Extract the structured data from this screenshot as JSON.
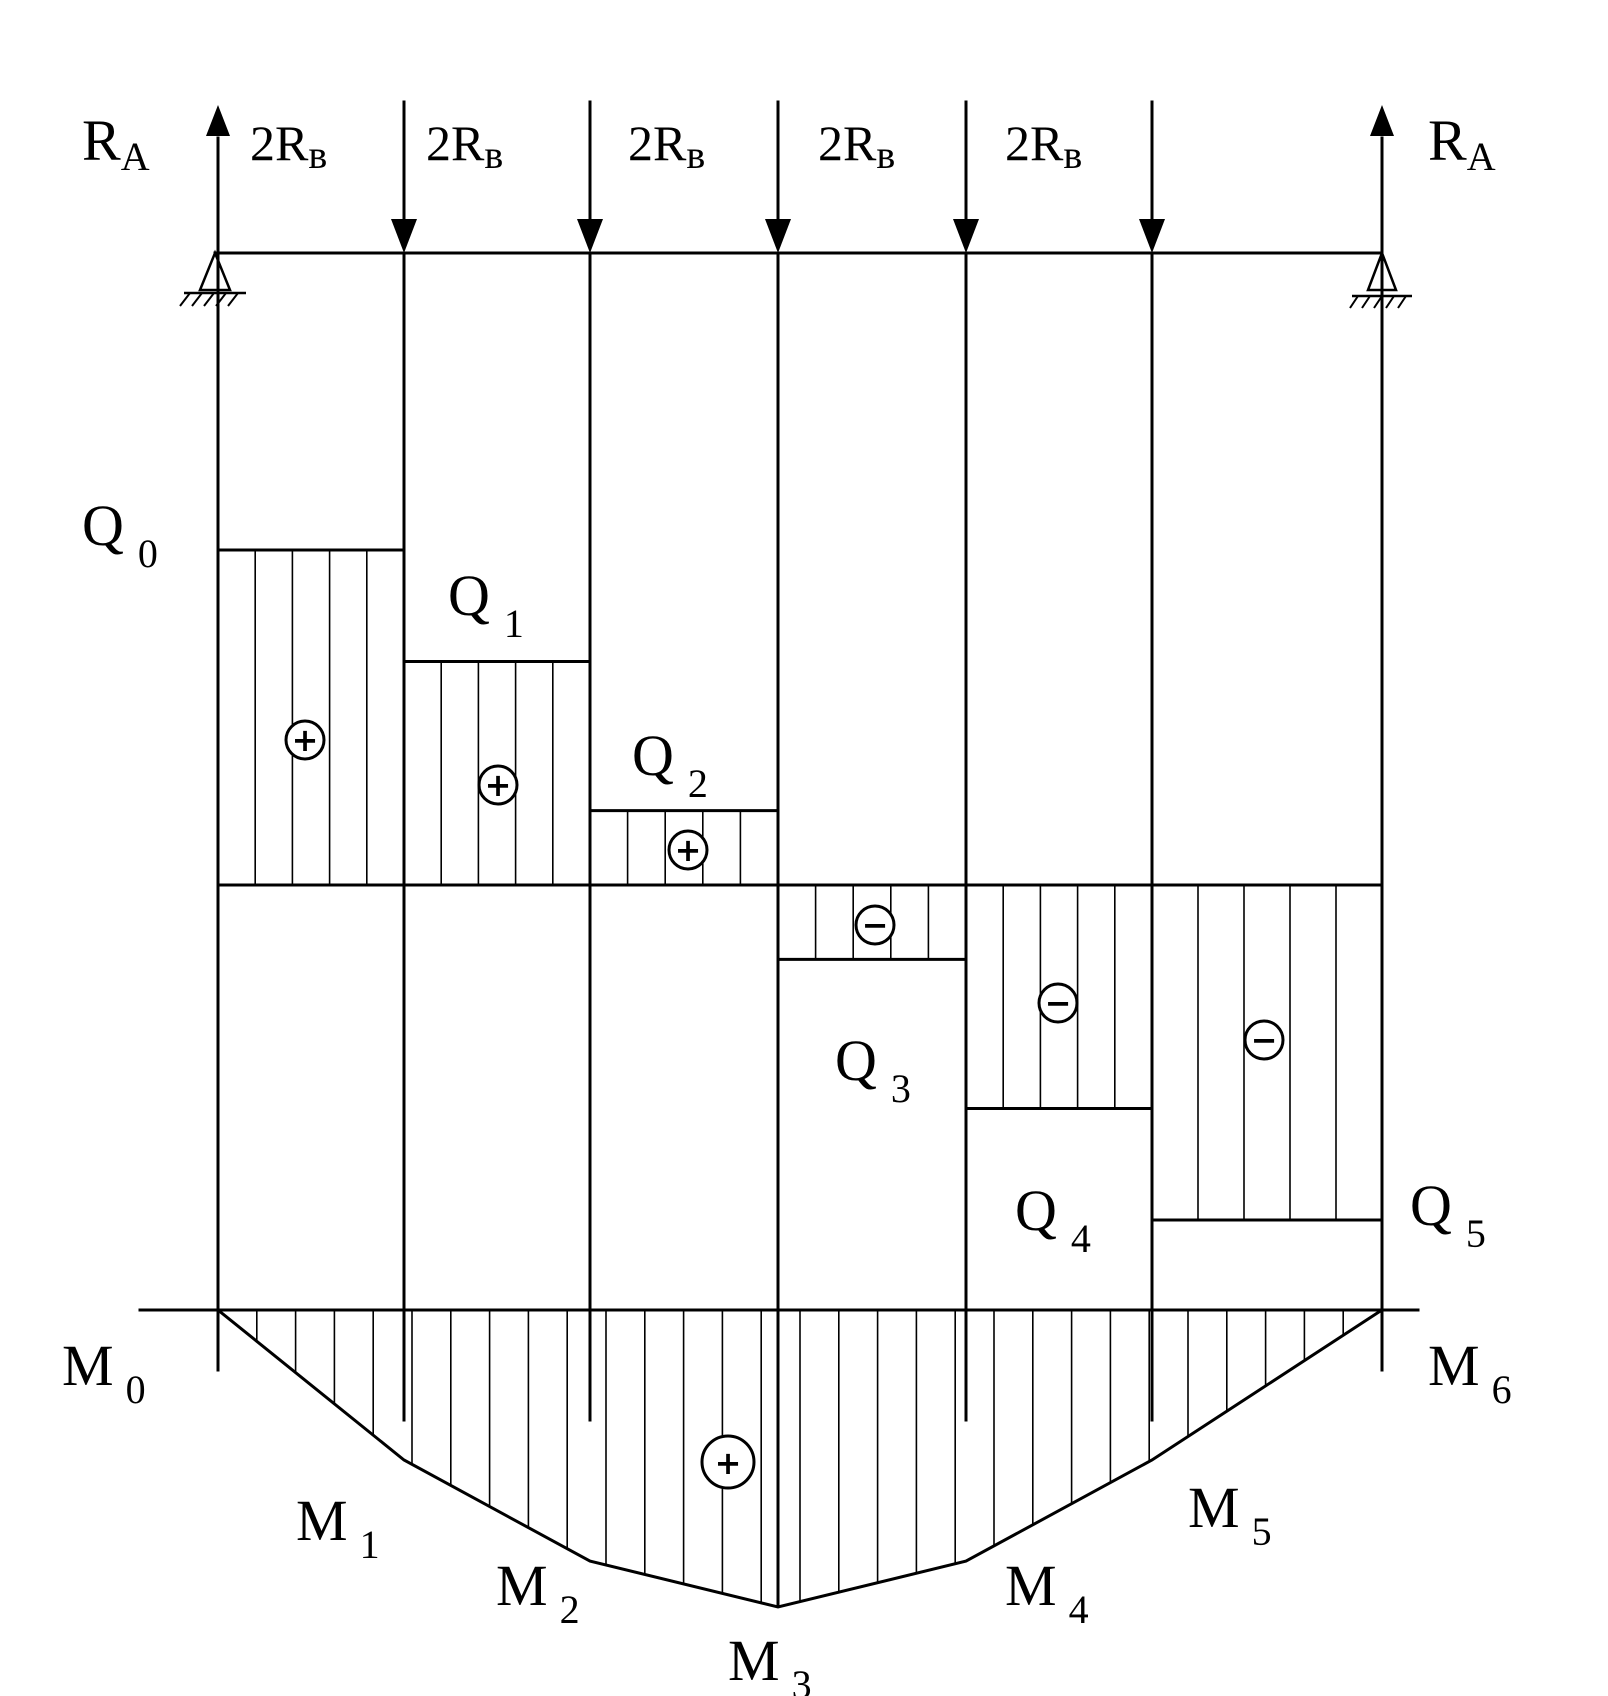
{
  "reactions": {
    "left": {
      "main": "R",
      "sub": "A"
    },
    "right": {
      "main": "R",
      "sub": "A"
    }
  },
  "loads": [
    {
      "label": "2R",
      "sub": "в"
    },
    {
      "label": "2R",
      "sub": "в"
    },
    {
      "label": "2R",
      "sub": "в"
    },
    {
      "label": "2R",
      "sub": "в"
    },
    {
      "label": "2R",
      "sub": "в"
    }
  ],
  "shear": {
    "values": [
      1,
      0.667,
      0.222,
      -0.222,
      -0.667,
      -1
    ],
    "labels": [
      {
        "main": "Q",
        "sub": "0"
      },
      {
        "main": "Q",
        "sub": "1"
      },
      {
        "main": "Q",
        "sub": "2"
      },
      {
        "main": "Q",
        "sub": "3"
      },
      {
        "main": "Q",
        "sub": "4"
      },
      {
        "main": "Q",
        "sub": "5"
      }
    ],
    "signs": [
      "+",
      "+",
      "+",
      "−",
      "−",
      "−"
    ]
  },
  "moment": {
    "values": [
      0,
      0.5,
      0.837,
      0.99,
      0.837,
      0.5,
      0
    ],
    "labels": [
      {
        "main": "M",
        "sub": "0"
      },
      {
        "main": "M",
        "sub": "1"
      },
      {
        "main": "M",
        "sub": "2"
      },
      {
        "main": "M",
        "sub": "3"
      },
      {
        "main": "M",
        "sub": "4"
      },
      {
        "main": "M",
        "sub": "5"
      },
      {
        "main": "M",
        "sub": "6"
      }
    ],
    "sign": "+"
  }
}
